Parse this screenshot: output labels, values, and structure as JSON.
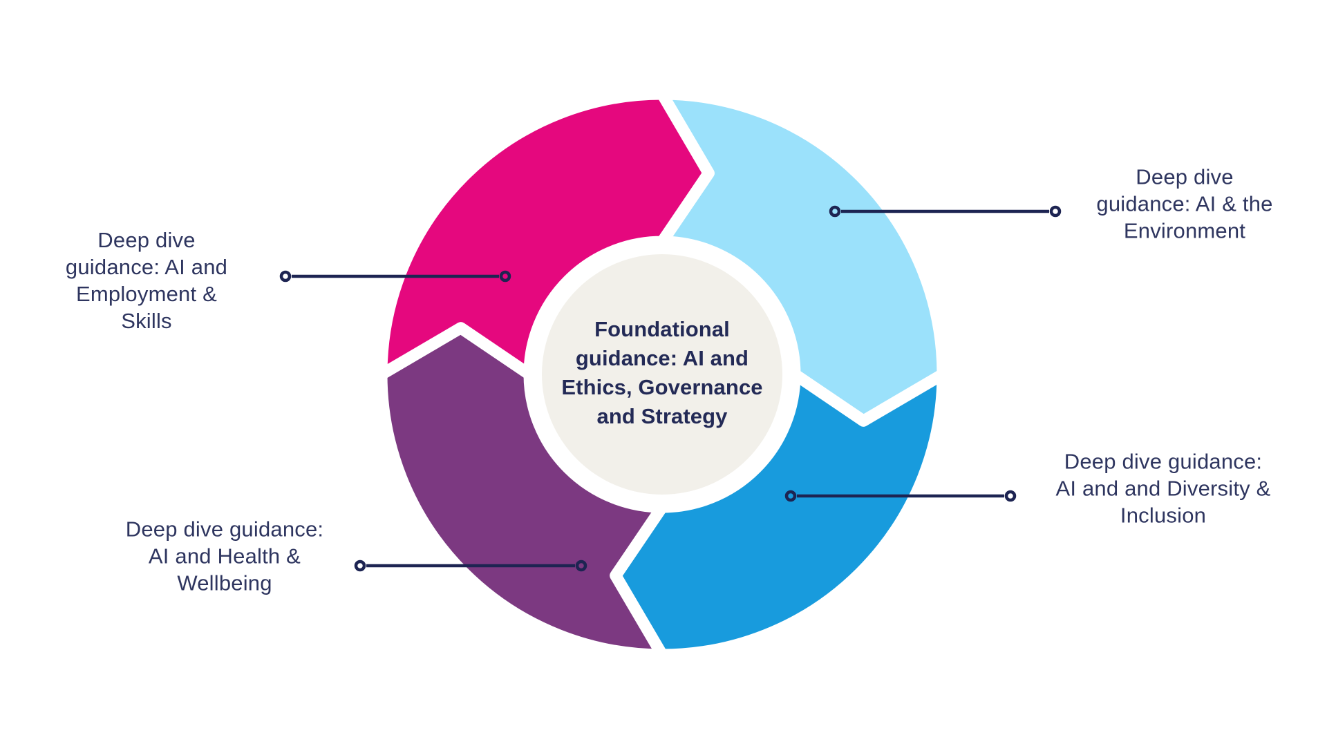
{
  "diagram": {
    "center": {
      "label": [
        "Foundational",
        "guidance: AI and",
        "Ethics, Governance",
        "and Strategy"
      ]
    },
    "segments": [
      {
        "id": "environment-top-right",
        "color": "#9BE1FB"
      },
      {
        "id": "diversity-bottom-right",
        "color": "#189BDD"
      },
      {
        "id": "health-bottom-left",
        "color": "#7C3981"
      },
      {
        "id": "foundational-top-left",
        "color": "#E5087E"
      }
    ],
    "labels": [
      {
        "id": "employment-skills",
        "lines": [
          "Deep dive",
          "guidance: AI and",
          "Employment &",
          "Skills"
        ]
      },
      {
        "id": "environment",
        "lines": [
          "Deep dive",
          "guidance: AI & the",
          "Environment"
        ]
      },
      {
        "id": "diversity-inclusion",
        "lines": [
          "Deep dive guidance:",
          "AI and and Diversity &",
          "Inclusion"
        ]
      },
      {
        "id": "health-wellbeing",
        "lines": [
          "Deep dive guidance:",
          "AI and Health &",
          "Wellbeing"
        ]
      }
    ],
    "colors": {
      "connector": "#1D2452",
      "label_text": "#2E355F",
      "center_text": "#232A56",
      "center_circle": "#F2F0EA",
      "background": "#FFFFFF"
    }
  }
}
